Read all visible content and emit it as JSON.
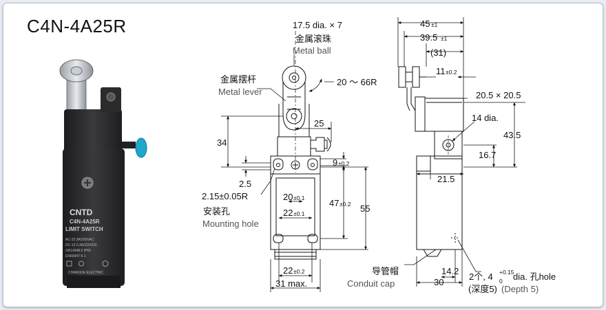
{
  "title": "C4N-4A25R",
  "product": {
    "brand": "CNTD",
    "model": "C4N-4A25R",
    "type": "LIMIT SWITCH",
    "spec_lines": [
      "AC-15  3A/250VAC",
      "DC-13  0.3A/220VDC",
      "GB14048.5  IP65",
      "EN60947-5-1"
    ],
    "maker": "CHANGDE ELECTRIC"
  },
  "front_view": {
    "ball_dim": "17.5 dia. × 7",
    "ball_cn": "金属滚珠",
    "ball_en": "Metal ball",
    "lever_cn": "金属摆杆",
    "lever_en": "Metal lever",
    "radius": "20 ～ 66R",
    "d25": "25",
    "d34": "34",
    "d9": "9",
    "d9_tol": "±0.2",
    "d2_5": "2.5",
    "hole": "2.15±0.05R",
    "hole_cn": "安装孔",
    "hole_en": "Mounting hole",
    "d20": "20",
    "d20_tol": "±0.1",
    "d22a": "22",
    "d22a_tol": "±0.1",
    "d47": "47",
    "d47_tol": "±0.2",
    "d55": "55",
    "d22b": "22",
    "d22b_tol": "±0.2",
    "d31": "31 max."
  },
  "side_view": {
    "d45": "45",
    "d45_tol": "±1",
    "d39_5": "39.5",
    "d39_5_tol": "±1",
    "d31": "(31)",
    "d11": "11",
    "d11_tol": "±0.2",
    "d20_5": "20.5 × 20.5",
    "d14": "14 dia.",
    "d43_5": "43.5",
    "d16_7": "16.7",
    "d21_5": "21.5",
    "cap_cn": "导管帽",
    "cap_en": "Conduit cap",
    "d14_2": "14.2",
    "d30": "30",
    "hole_spec": "2个, 4",
    "hole_sup": "+0.15",
    "hole_sub": "0",
    "hole_tail": " dia. 孔hole",
    "depth_cn": "(深度5)",
    "depth_en": "(Depth 5)"
  },
  "colors": {
    "line": "#111111",
    "body": "#2b2b2e",
    "knob": "#1fa7c9"
  }
}
